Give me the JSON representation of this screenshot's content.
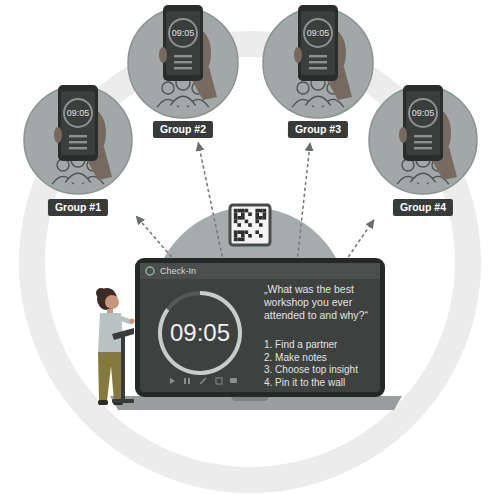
{
  "diagram": {
    "nodes": [
      {
        "text": [
          "09:05",
          "Group #1"
        ]
      },
      {
        "text": [
          "09:05",
          "Group #2"
        ]
      },
      {
        "text": [
          "09:05",
          "Group #3"
        ]
      },
      {
        "text": [
          "09:05",
          "Group #4"
        ]
      },
      {
        "text": [
          "Check-In",
          "09:05",
          "„What was the best workshop you ever attended to and why?“",
          "1. Find a partner",
          "2. Make notes",
          "3. Choose top insight",
          "4. Pin it to the wall"
        ]
      }
    ],
    "edges": [
      {
        "from": 4,
        "to": 0,
        "arrow": "to"
      },
      {
        "from": 4,
        "to": 1,
        "arrow": "to"
      },
      {
        "from": 4,
        "to": 2,
        "arrow": "to"
      },
      {
        "from": 4,
        "to": 3,
        "arrow": "to"
      }
    ]
  }
}
